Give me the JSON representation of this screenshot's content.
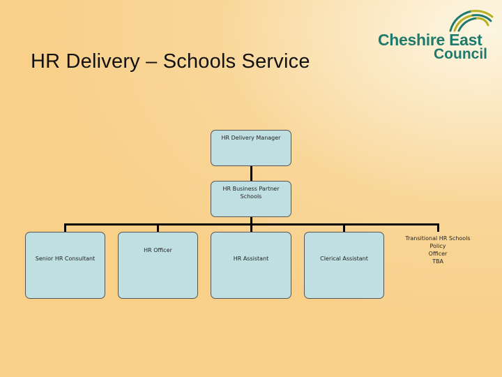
{
  "title": "HR Delivery – Schools Service",
  "logo": {
    "name_line1": "Cheshire East",
    "name_line2": "Council",
    "brand_color": "#1e7a6c",
    "accent_color": "#b5b020",
    "icon": "wheat-sheaf-icon"
  },
  "colors": {
    "box_fill": "#c0dfe3",
    "box_border": "#555555",
    "connector": "#000000",
    "background": "#f8d08a"
  },
  "org": {
    "manager": "HR Delivery Manager",
    "partner_line1": "HR Business Partner",
    "partner_line2": "Schools",
    "reports": [
      {
        "label": "Senior HR Consultant"
      },
      {
        "label": "HR Officer"
      },
      {
        "label": "HR Assistant"
      },
      {
        "label": "Clerical Assistant"
      }
    ],
    "transitional": {
      "line1": "Transitional HR Schools",
      "line2": "Policy",
      "line3": "Officer",
      "line4": "TBA"
    }
  }
}
